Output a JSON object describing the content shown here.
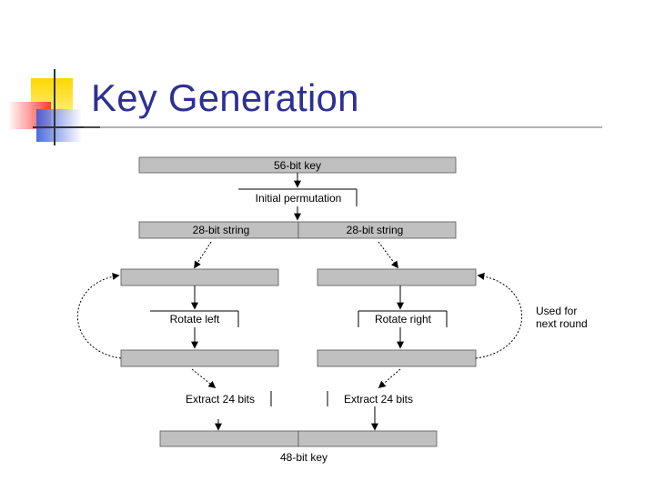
{
  "slide": {
    "title": "Key Generation"
  },
  "diagram": {
    "top_key": "56-bit key",
    "initial_permutation": "Initial permutation",
    "left_string": "28-bit string",
    "right_string": "28-bit string",
    "rotate_left": "Rotate left",
    "rotate_right": "Rotate right",
    "extract_left": "Extract 24 bits",
    "extract_right": "Extract 24 bits",
    "used_for_line1": "Used for",
    "used_for_line2": "next round",
    "output_key": "48-bit key"
  },
  "colors": {
    "title": "#2e3192",
    "bar_fill": "#c0c0c0",
    "logo_yellow": "#ffd700",
    "logo_blue": "#1f6fd1",
    "logo_red": "#ff3b3b"
  }
}
